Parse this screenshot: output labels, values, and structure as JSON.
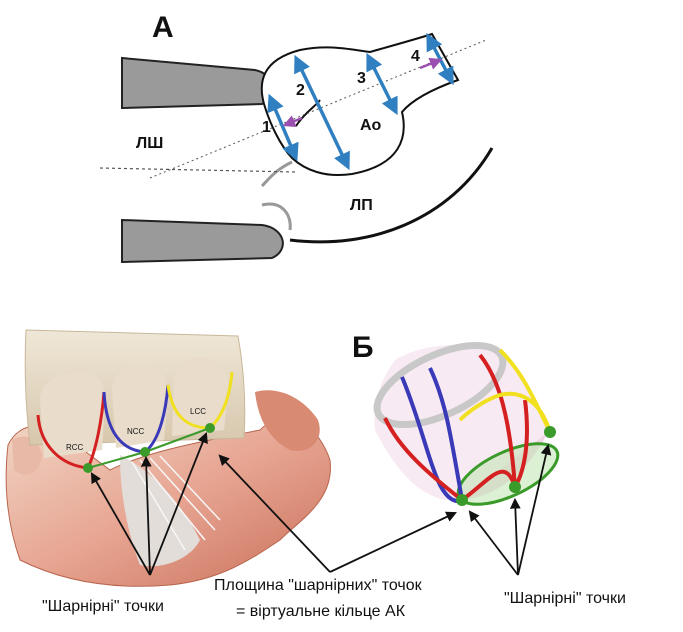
{
  "panel_a": {
    "label": "А",
    "measure_labels": [
      "1",
      "2",
      "3",
      "4"
    ],
    "aorta_label": "Ao",
    "left_ventricle_label": "ЛШ",
    "left_atrium_label": "ЛП"
  },
  "panel_b": {
    "label": "Б",
    "cusp_labels": [
      "RCC",
      "NCC",
      "LCC"
    ],
    "hinge_points_left_label": "\"Шарнірні\" точки",
    "hinge_points_right_label": "\"Шарнірні\" точки",
    "plane_caption_line1": "Площина \"шарнірних\" точок",
    "plane_caption_line2": "= віртуальне кільце АК"
  },
  "colors": {
    "measure_arrow": "#2f7fc1",
    "small_arrow": "#9b4fb0",
    "cusp_red": "#d42020",
    "cusp_blue": "#3a3ab8",
    "cusp_yellow": "#f0e020",
    "hinge_green": "#3a9a2a",
    "septum_gray": "#999999"
  }
}
